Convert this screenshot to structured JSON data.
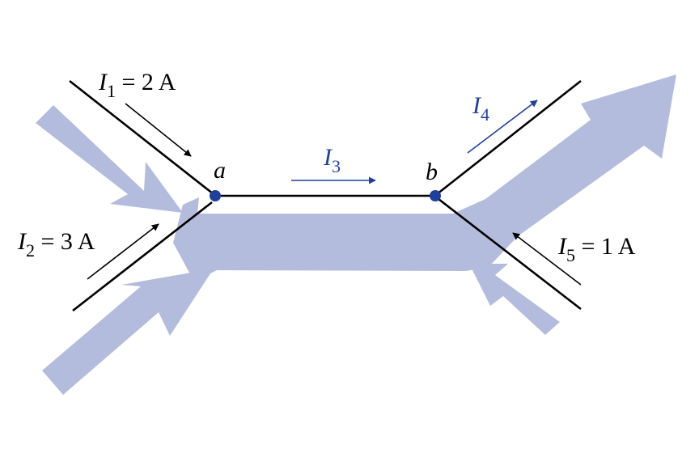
{
  "colors": {
    "background": "#ffffff",
    "flow_band": "#b4bcdd",
    "wire": "#000000",
    "node": "#1f3f9a",
    "blue_label": "#1f3f9a"
  },
  "nodes": {
    "a": "a",
    "b": "b"
  },
  "currents": {
    "i1": {
      "symbol": "I",
      "sub": "1",
      "value": " = 2 A",
      "direction": "into a"
    },
    "i2": {
      "symbol": "I",
      "sub": "2",
      "value": " = 3 A",
      "direction": "into a"
    },
    "i3": {
      "symbol": "I",
      "sub": "3",
      "value": "",
      "direction": "a to b"
    },
    "i4": {
      "symbol": "I",
      "sub": "4",
      "value": "",
      "direction": "out of b"
    },
    "i5": {
      "symbol": "I",
      "sub": "5",
      "value": " = 1 A",
      "direction": "into b"
    }
  }
}
